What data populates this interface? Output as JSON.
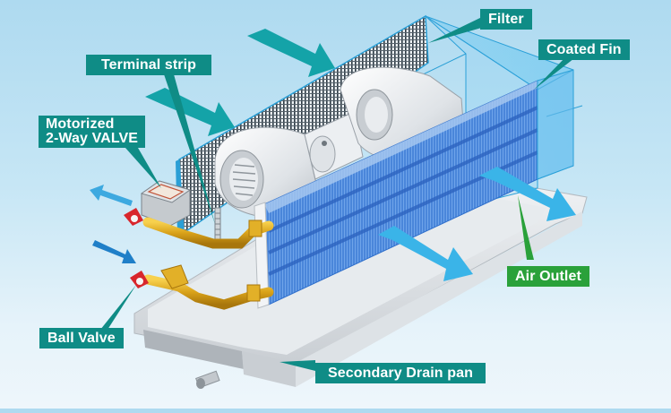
{
  "diagram": {
    "title": "Fan Coil Unit components",
    "colors": {
      "label_teal": "#0f8c86",
      "label_green": "#2aa13a",
      "coil_blue": "#3f7fd6",
      "airflow_inlet": "#14a3a8",
      "airflow_outlet": "#3ab4e8",
      "pipe_gold": "#d9a21a",
      "valve_red": "#d8262c"
    },
    "labels": {
      "filter": "Filter",
      "coated_fin": "Coated Fin",
      "terminal_strip": "Terminal strip",
      "motorized_valve_line1": "Motorized",
      "motorized_valve_line2": "2-Way VALVE",
      "air_outlet": "Air Outlet",
      "ball_valve": "Ball Valve",
      "secondary_drain_pan": "Secondary Drain pan"
    },
    "components": [
      "filter",
      "blower-fans",
      "motor",
      "coil",
      "terminal-strip",
      "motorized-2-way-valve",
      "ball-valves",
      "supply-pipe",
      "return-pipe",
      "secondary-drain-pan",
      "drain-outlet",
      "inlet-airflow-arrows",
      "outlet-airflow-arrows"
    ]
  }
}
